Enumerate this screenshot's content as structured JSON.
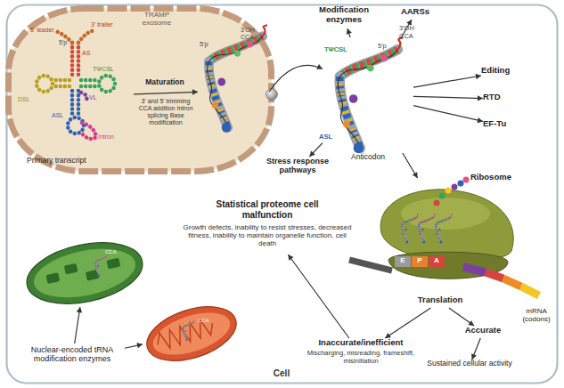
{
  "diagram": {
    "nodes": [
      {
        "text": [
          "Cell"
        ]
      },
      {
        "text": [
          "TRAMP exosome"
        ],
        "in": 0
      },
      {
        "text": [
          "Primary transcript"
        ],
        "in": 1
      },
      {
        "text": [
          "5'p",
          "3'OH CCA"
        ],
        "in": 1
      },
      {
        "text": [
          "TΨCSL",
          "5'p",
          "3'OH CCA",
          "ASL",
          "Anticodon"
        ],
        "in": 0
      },
      {
        "text": [
          "Modification enzymes"
        ],
        "in": 0
      },
      {
        "text": [
          "AARSs"
        ],
        "in": 0
      },
      {
        "text": [
          "Editing"
        ],
        "in": 0
      },
      {
        "text": [
          "RTD"
        ],
        "in": 0
      },
      {
        "text": [
          "EF-Tu"
        ],
        "in": 0
      },
      {
        "text": [
          "Stress response pathways"
        ],
        "in": 0
      },
      {
        "text": [
          "Ribosome",
          "E",
          "P",
          "A"
        ],
        "in": 0
      },
      {
        "text": [
          "Translation"
        ],
        "in": 0
      },
      {
        "text": [
          "Statistical proteome cell malfunction",
          "Growth defects, inability to resist stresses, decreased fitness, inability to maintain organelle function, cell death"
        ],
        "in": 0
      },
      {
        "text": [
          "Accurate"
        ],
        "in": 0
      },
      {
        "text": [
          "Sustained cellular activity"
        ],
        "in": 0
      },
      {
        "text": [
          "Inaccurate/inefficient",
          "Mischarging, misreading, frameshift, misinitiation"
        ],
        "in": 0
      },
      {
        "text": [
          "CCA"
        ],
        "in": 0
      },
      {
        "text": [
          "CCA"
        ],
        "in": 0
      },
      {
        "text": [
          "Nuclear-encoded tRNA modification enzymes"
        ],
        "in": 0
      }
    ],
    "edges": [
      {
        "from": 2,
        "to": 3,
        "label": "Maturation",
        "arrow": "to"
      },
      {
        "from": 3,
        "to": 4,
        "arrow": "to"
      },
      {
        "from": 4,
        "to": 5,
        "arrow": "to"
      },
      {
        "from": 4,
        "to": 6,
        "arrow": "to"
      },
      {
        "from": 4,
        "to": 7,
        "arrow": "to"
      },
      {
        "from": 4,
        "to": 8,
        "arrow": "to"
      },
      {
        "from": 4,
        "to": 9,
        "arrow": "to"
      },
      {
        "from": 4,
        "to": 10,
        "arrow": "to"
      },
      {
        "from": 4,
        "to": 11,
        "arrow": "to"
      },
      {
        "from": 12,
        "to": 14,
        "arrow": "to"
      },
      {
        "from": 12,
        "to": 16,
        "arrow": "to"
      },
      {
        "from": 14,
        "to": 15,
        "arrow": "to"
      },
      {
        "from": 16,
        "to": 13,
        "arrow": "to"
      },
      {
        "from": 19,
        "to": 17,
        "arrow": "to"
      },
      {
        "from": 19,
        "to": 18,
        "arrow": "to"
      }
    ],
    "labels": [
      "5' leader",
      "3' trailer",
      "AS",
      "5'p",
      "TΨCSL",
      "DSL",
      "VL",
      "ASL",
      "Intron",
      "3' and 5' trimming CCA addition Intron splicing Base modification",
      "mRNA (codons)"
    ]
  }
}
